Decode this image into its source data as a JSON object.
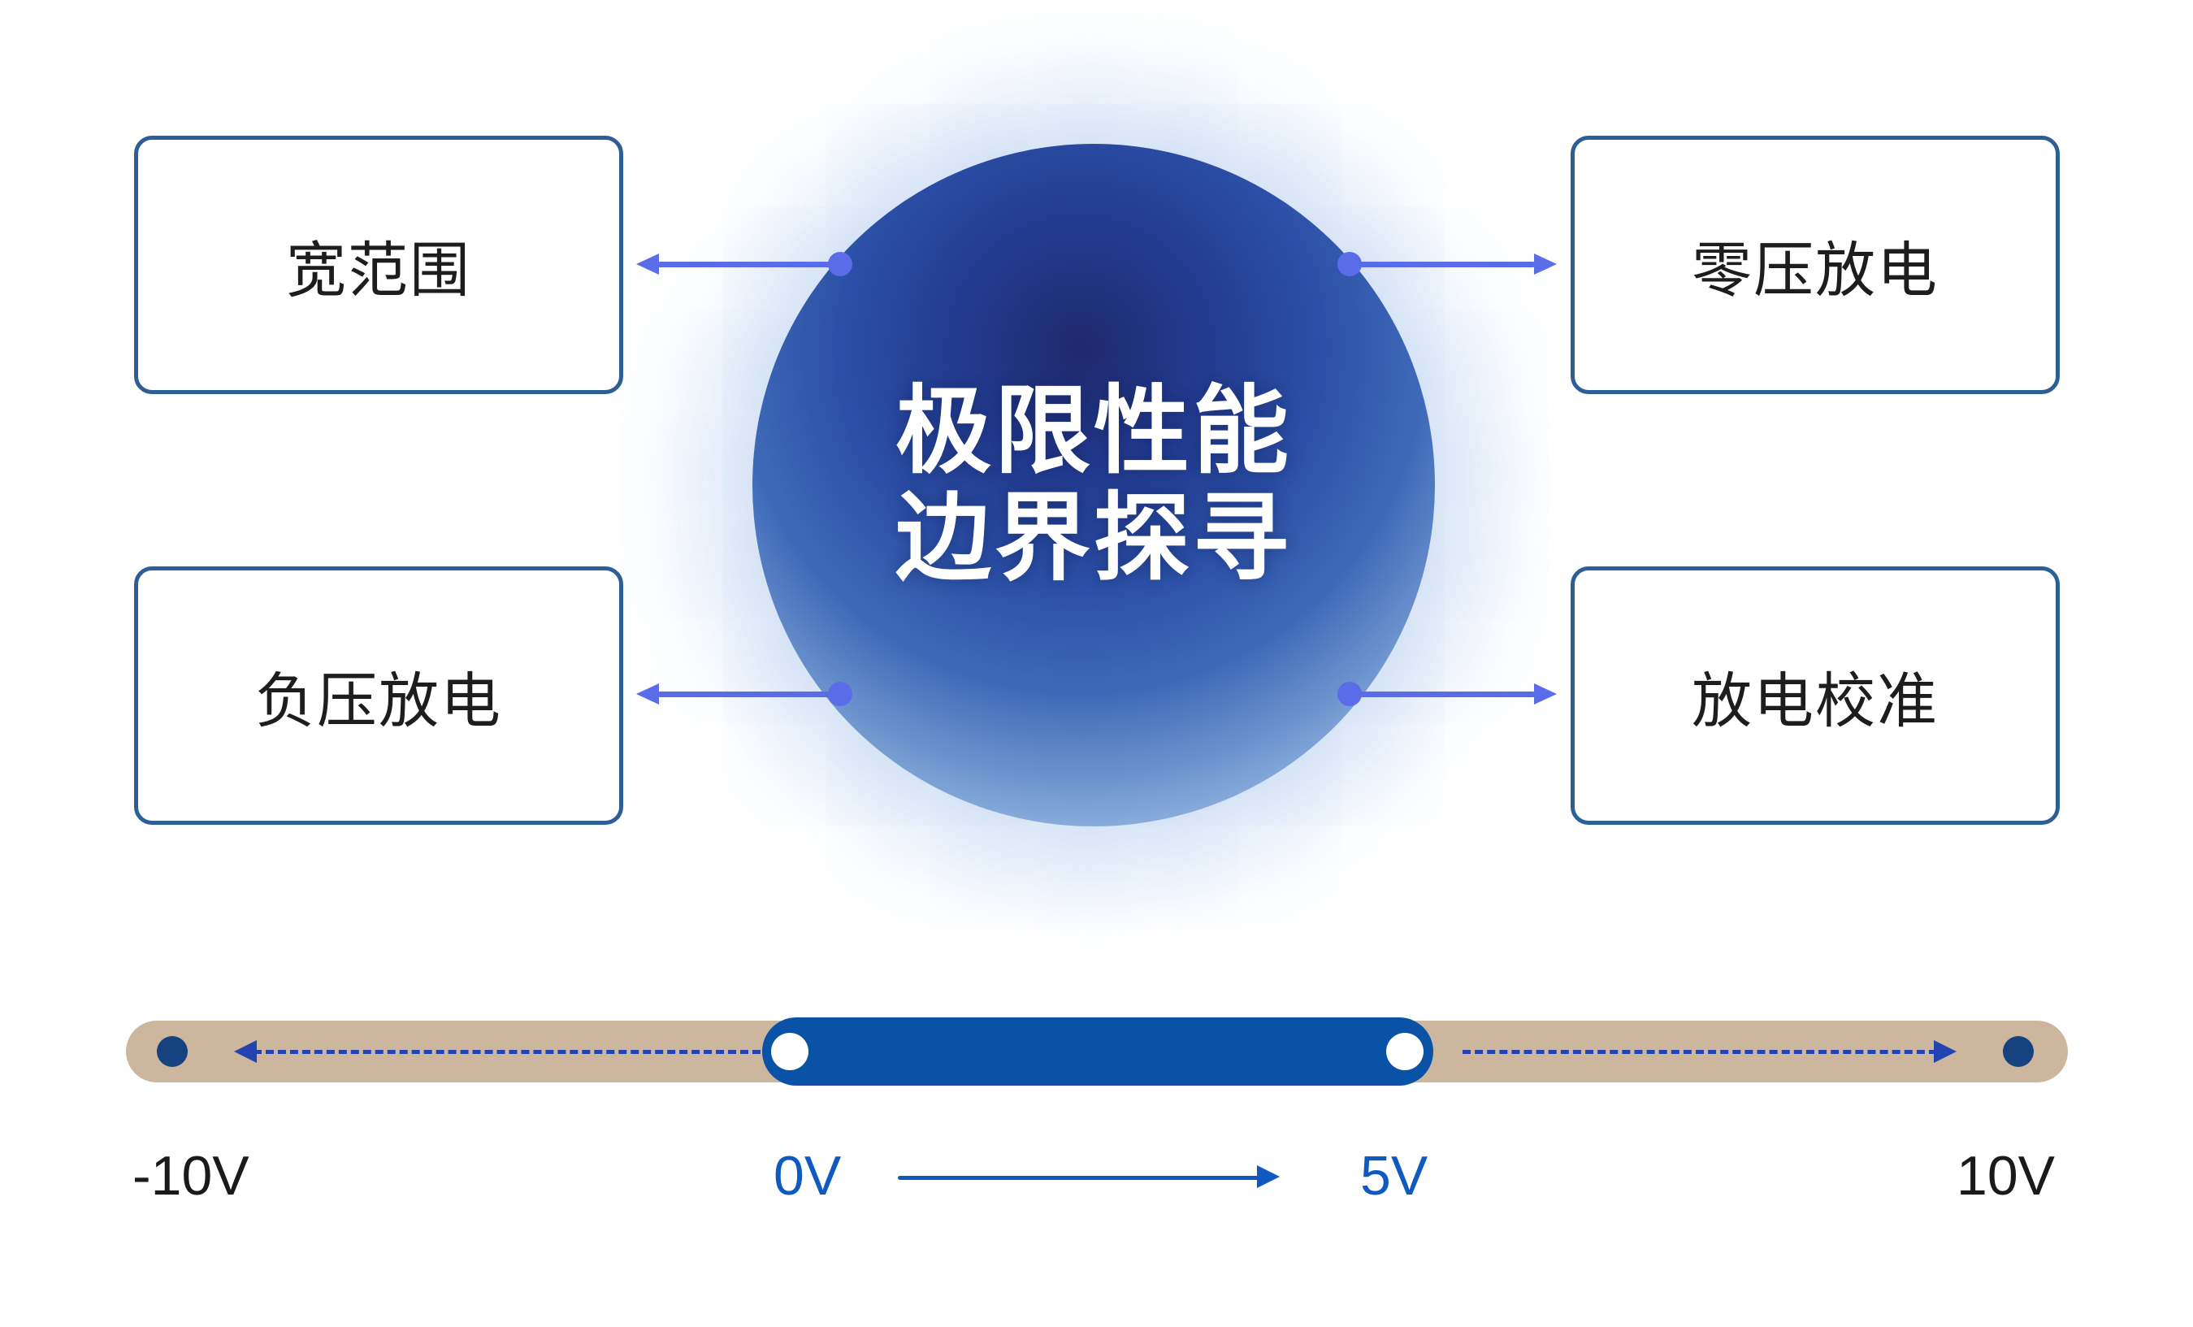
{
  "diagram": {
    "center_circle": {
      "line1": "极限性能",
      "line2": "边界探寻"
    },
    "features": [
      {
        "id": "wide-range",
        "label": "宽范围",
        "position": "top-left"
      },
      {
        "id": "zero-voltage-discharge",
        "label": "零压放电",
        "position": "top-right"
      },
      {
        "id": "negative-voltage-discharge",
        "label": "负压放电",
        "position": "bottom-left"
      },
      {
        "id": "discharge-calibration",
        "label": "放电校准",
        "position": "bottom-right"
      }
    ]
  },
  "voltage_scale": {
    "min_label": "-10V",
    "zero_label": "0V",
    "mid_label": "5V",
    "max_label": "10V",
    "active_range": {
      "from": "0V",
      "to": "5V"
    }
  },
  "colors": {
    "box_border": "#2d5f96",
    "connector_blue": "#5a6ce8",
    "sphere_core_navy": "#1f2a6e",
    "track_tan": "#ccb79e",
    "active_range_blue": "#0a52a6",
    "end_dot_navy": "#16427f",
    "dashed_arrow_navy": "#2343b0",
    "label_blue": "#0f5ac0"
  }
}
